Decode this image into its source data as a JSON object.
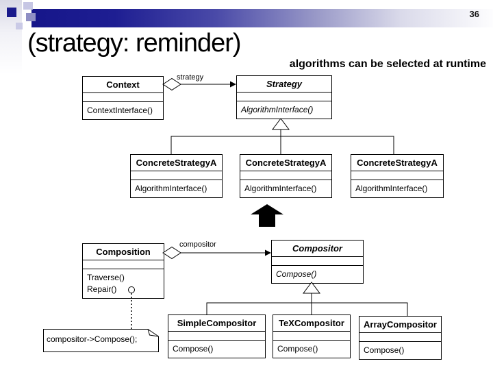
{
  "slide": {
    "number": "36",
    "title": "(strategy: reminder)",
    "subtitle": "algorithms can be selected at runtime"
  },
  "colors": {
    "accent_navy": "#1b1b8c",
    "accent_lavender": "#c6c6e4",
    "accent_slate": "#8f8fc4",
    "diagram_line": "#000000"
  },
  "uml": {
    "context": {
      "name": "Context",
      "method": "ContextInterface()"
    },
    "strategy_assoc_label": "strategy",
    "strategy": {
      "name": "Strategy",
      "method": "AlgorithmInterface()"
    },
    "concrete_strategies": [
      {
        "name": "ConcreteStrategyA",
        "method": "AlgorithmInterface()"
      },
      {
        "name": "ConcreteStrategyA",
        "method": "AlgorithmInterface()"
      },
      {
        "name": "ConcreteStrategyA",
        "method": "AlgorithmInterface()"
      }
    ],
    "composition": {
      "name": "Composition",
      "method1": "Traverse()",
      "method2": "Repair()"
    },
    "compositor_assoc_label": "compositor",
    "compositor": {
      "name": "Compositor",
      "method": "Compose()"
    },
    "concrete_compositors": [
      {
        "name": "SimpleCompositor",
        "method": "Compose()"
      },
      {
        "name": "TeXCompositor",
        "method": "Compose()"
      },
      {
        "name": "ArrayCompositor",
        "method": "Compose()"
      }
    ],
    "note_text": "compositor->Compose();"
  }
}
